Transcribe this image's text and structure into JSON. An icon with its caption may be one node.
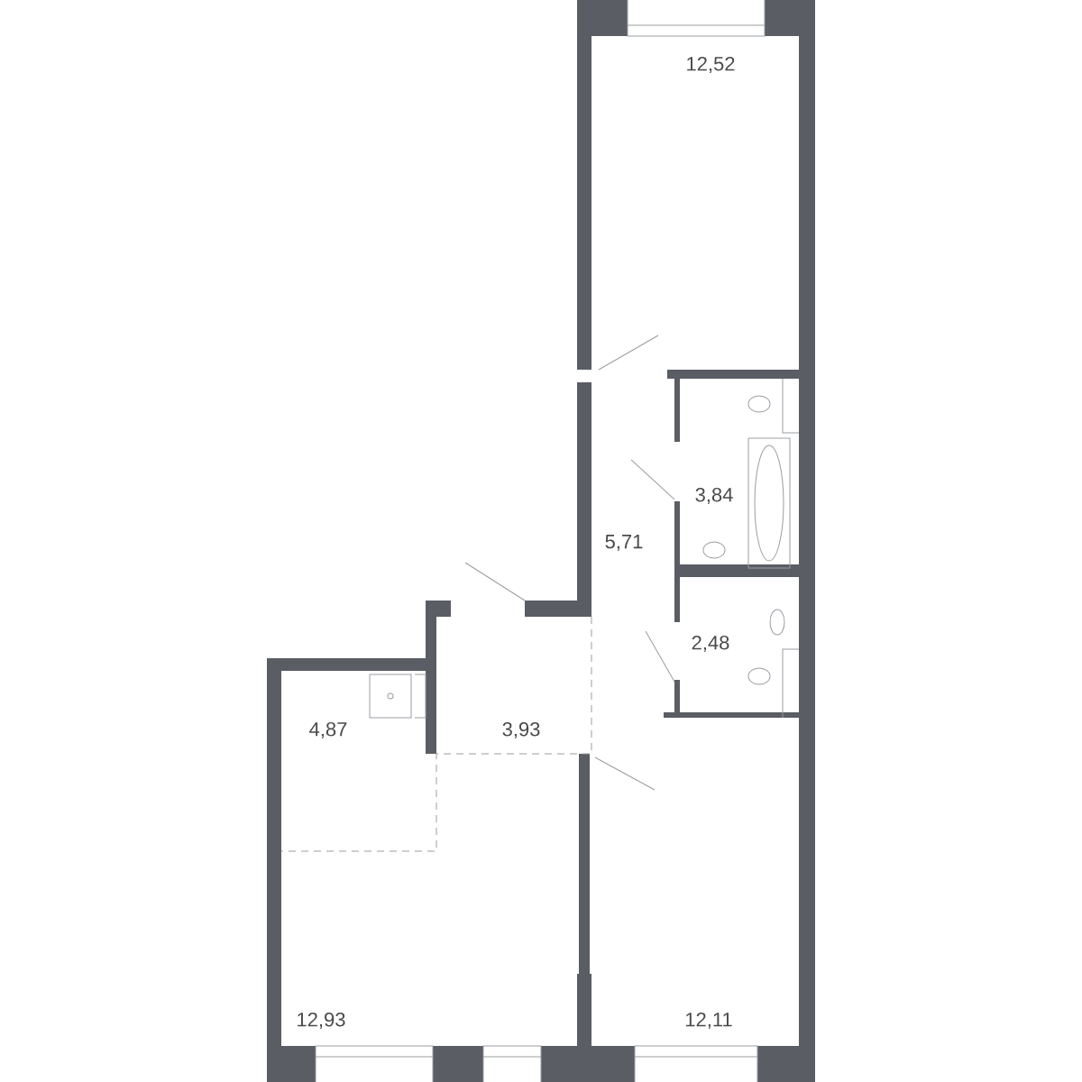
{
  "diagram": {
    "labels": [
      "12,52",
      "3,84",
      "5,71",
      "2,48",
      "4,87",
      "3,93",
      "12,93",
      "12,11"
    ]
  }
}
